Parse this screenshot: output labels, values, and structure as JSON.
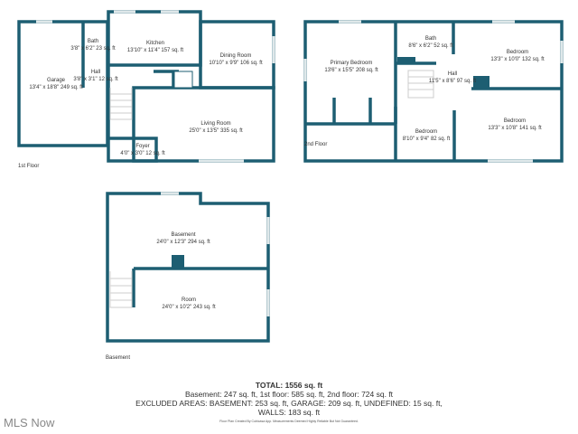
{
  "colors": {
    "wall": "#1d5e72",
    "window": "#dfe8ea"
  },
  "floors": [
    {
      "name": "1st Floor",
      "rooms": [
        {
          "name": "Bath",
          "dims": "3'8\" x 6'2\" 23 sq. ft"
        },
        {
          "name": "Kitchen",
          "dims": "13'10\" x 11'4\" 157 sq. ft"
        },
        {
          "name": "Dining Room",
          "dims": "10'10\" x 9'9\" 106 sq. ft"
        },
        {
          "name": "Garage",
          "dims": "13'4\" x 18'8\" 249 sq. ft"
        },
        {
          "name": "Hall",
          "dims": "3'8\" x 3'1\" 12 sq. ft"
        },
        {
          "name": "Living Room",
          "dims": "25'0\" x 13'5\" 335 sq. ft"
        },
        {
          "name": "Foyer",
          "dims": "4'0\" x 3'0\" 12 sq. ft"
        }
      ]
    },
    {
      "name": "2nd Floor",
      "rooms": [
        {
          "name": "Primary Bedroom",
          "dims": "13'6\" x 15'5\" 208 sq. ft"
        },
        {
          "name": "Bath",
          "dims": "8'6\" x 6'2\" 52 sq. ft"
        },
        {
          "name": "Bedroom",
          "dims": "13'3\" x 10'0\" 132 sq. ft"
        },
        {
          "name": "Hall",
          "dims": "11'5\" x 8'6\" 97 sq. ft"
        },
        {
          "name": "Bedroom",
          "dims": "8'10\" x 9'4\" 82 sq. ft"
        },
        {
          "name": "Bedroom",
          "dims": "13'3\" x 10'8\" 141 sq. ft"
        }
      ]
    },
    {
      "name": "Basement",
      "rooms": [
        {
          "name": "Basement",
          "dims": "24'0\" x 12'3\" 294 sq. ft"
        },
        {
          "name": "Room",
          "dims": "24'0\" x 10'2\" 243 sq. ft"
        }
      ]
    }
  ],
  "summary": {
    "total": "TOTAL: 1556 sq. ft",
    "line1": "Basement: 247 sq. ft, 1st floor: 585 sq. ft, 2nd floor: 724 sq. ft",
    "line2": "EXCLUDED AREAS: BASEMENT: 253 sq. ft, GARAGE: 209 sq. ft, UNDEFINED: 15 sq. ft,",
    "line3": "WALLS: 183 sq. ft",
    "note": "Floor Plan Created By Cubicasa App. Measurements Deemed Highly Reliable But Not Guaranteed."
  },
  "logo": "MLS Now"
}
